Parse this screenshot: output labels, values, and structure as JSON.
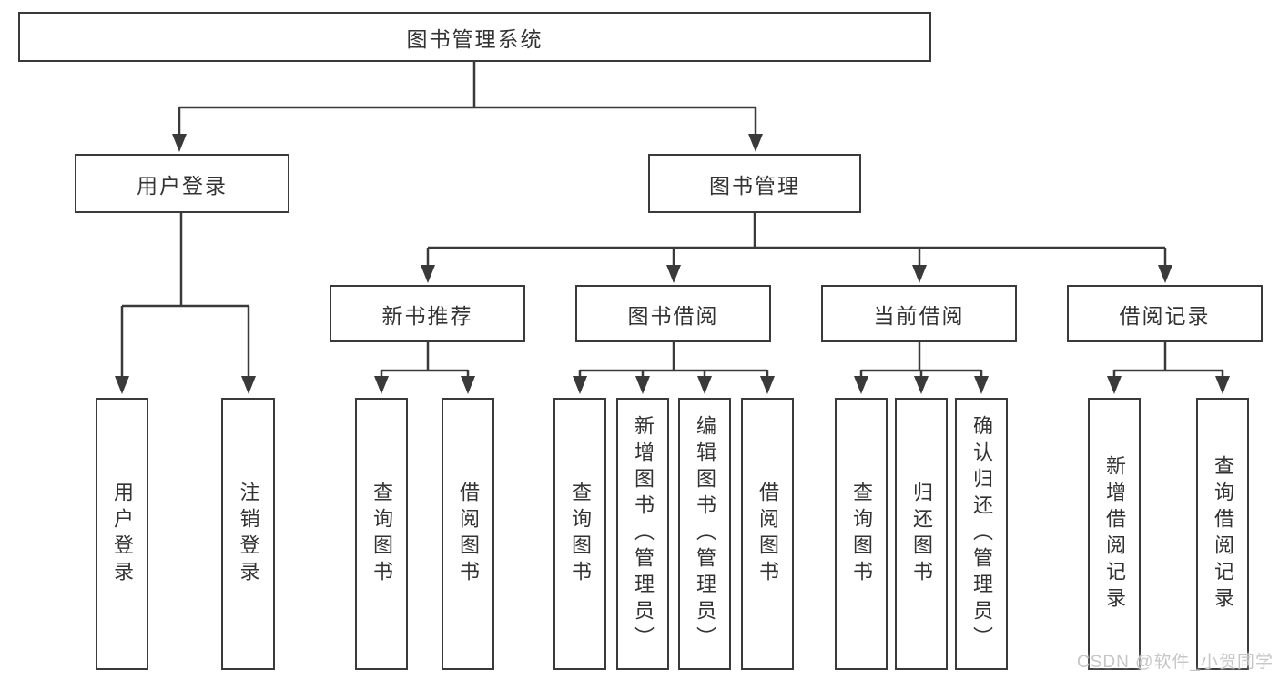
{
  "colors": {
    "line": "#3a3a3a",
    "box_background": "#ffffff",
    "text": "#333333",
    "watermark": "#c6c6c6"
  },
  "watermark": {
    "text": "CSDN @软件_小贺同学"
  },
  "tree": {
    "root": {
      "label": "图书管理系统",
      "children": [
        {
          "label": "用户登录",
          "children": [
            {
              "label": "用户登录"
            },
            {
              "label": "注销登录"
            }
          ]
        },
        {
          "label": "图书管理",
          "children": [
            {
              "label": "新书推荐",
              "children": [
                {
                  "label": "查询图书"
                },
                {
                  "label": "借阅图书"
                }
              ]
            },
            {
              "label": "图书借阅",
              "children": [
                {
                  "label": "查询图书"
                },
                {
                  "label": "新增图书（管理员）"
                },
                {
                  "label": "编辑图书（管理员）"
                },
                {
                  "label": "借阅图书"
                }
              ]
            },
            {
              "label": "当前借阅",
              "children": [
                {
                  "label": "查询图书"
                },
                {
                  "label": "归还图书"
                },
                {
                  "label": "确认归还（管理员）"
                }
              ]
            },
            {
              "label": "借阅记录",
              "children": [
                {
                  "label": "新增借阅记录"
                },
                {
                  "label": "查询借阅记录"
                }
              ]
            }
          ]
        }
      ]
    }
  }
}
